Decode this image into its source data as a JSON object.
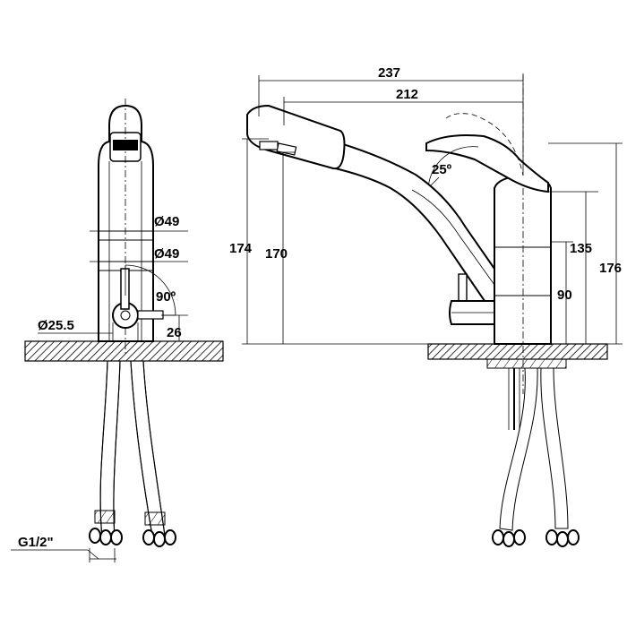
{
  "dimensions": {
    "overall_length": "237",
    "spout_length": "212",
    "spout_angle": "25º",
    "height_174": "174",
    "height_170": "170",
    "height_135": "135",
    "height_176": "176",
    "height_90": "90",
    "diameter_upper": "Ø49",
    "diameter_lower": "Ø49",
    "diameter_handle": "Ø25.5",
    "rotation_angle": "90º",
    "offset_26": "26",
    "thread": "G1/2\""
  }
}
